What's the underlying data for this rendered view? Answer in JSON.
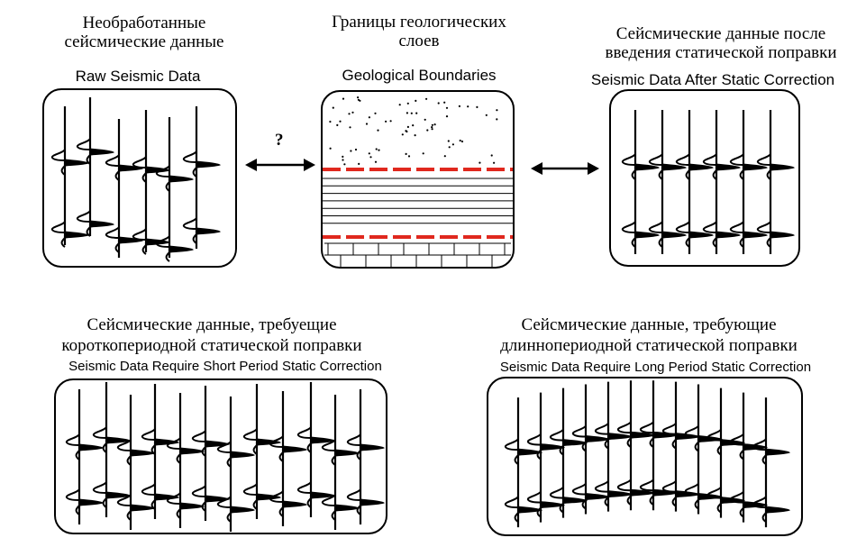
{
  "panels": {
    "raw": {
      "title_ru_1": "Необработанные",
      "title_ru_2": "сейсмические данные",
      "title_en": "Raw Seismic Data"
    },
    "geology": {
      "title_ru_1": "Границы геологических",
      "title_ru_2": "слоев",
      "title_en": "Geological Boundaries"
    },
    "corrected": {
      "title_ru_1": "Сейсмические данные после",
      "title_ru_2": "введения  статической поправки",
      "title_en": "Seismic Data After Static Correction"
    },
    "short_period": {
      "title_ru_1": "Сейсмические данные, требуещие",
      "title_ru_2": "короткопериодной статической поправки",
      "title_en": "Seismic Data Require Short Period Static Correction"
    },
    "long_period": {
      "title_ru_1": "Сейсмические данные, требующие",
      "title_ru_2": "длиннопериодной статической поправки",
      "title_en": "Seismic Data Require Long Period Static Correction"
    }
  },
  "connector_question": "?",
  "colors": {
    "boundary": "#e0281e",
    "ink": "#000000"
  }
}
